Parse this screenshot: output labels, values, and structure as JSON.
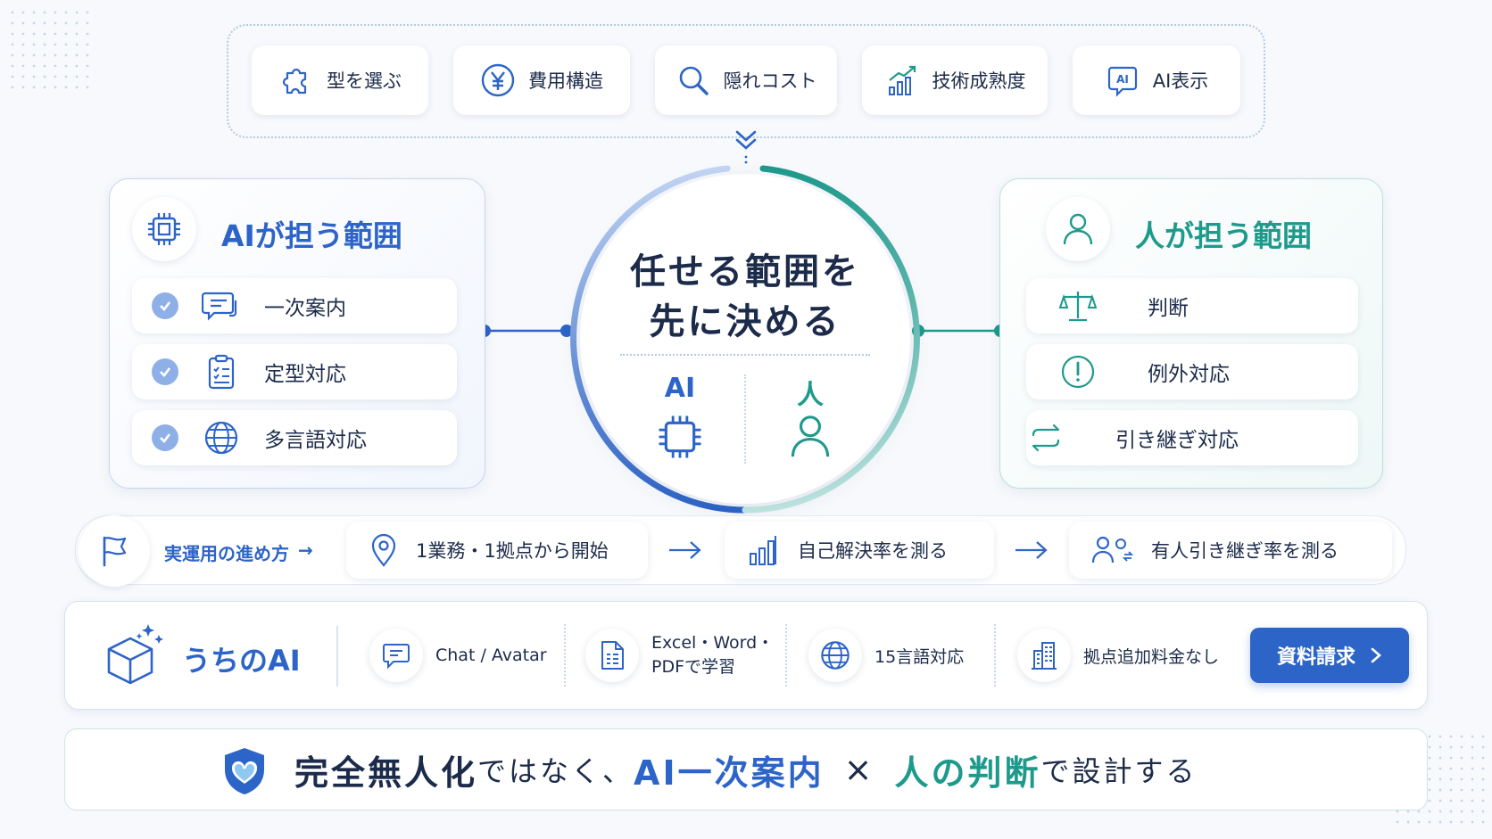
{
  "colors": {
    "navy": "#1c2b4a",
    "blue": "#2d64c8",
    "teal": "#1e9a8c",
    "light_blue": "#8fb0e6"
  },
  "factors": [
    {
      "label": "型を選ぶ",
      "icon": "puzzle-icon"
    },
    {
      "label": "費用構造",
      "icon": "yen-icon"
    },
    {
      "label": "隠れコスト",
      "icon": "magnifier-icon"
    },
    {
      "label": "技術成熟度",
      "icon": "growth-chart-icon"
    },
    {
      "label": "AI表示",
      "icon": "ai-badge-icon",
      "badge": "AI"
    }
  ],
  "center": {
    "title_line1": "任せる範囲を",
    "title_line2": "先に決める",
    "left_label": "AI",
    "right_label": "人"
  },
  "ai_panel": {
    "title": "AIが担う範囲",
    "items": [
      {
        "label": "一次案内",
        "icon": "chat-bubble-icon"
      },
      {
        "label": "定型対応",
        "icon": "clipboard-icon"
      },
      {
        "label": "多言語対応",
        "icon": "globe-icon"
      }
    ]
  },
  "human_panel": {
    "title": "人が担う範囲",
    "items": [
      {
        "label": "判断",
        "icon": "scale-icon"
      },
      {
        "label": "例外対応",
        "icon": "exclamation-icon"
      },
      {
        "label": "引き継ぎ対応",
        "icon": "swap-arrows-icon"
      }
    ]
  },
  "process": {
    "label": "実運用の進め方",
    "arrow": "→",
    "steps": [
      {
        "label": "1業務・1拠点から開始",
        "icon": "location-pin-icon"
      },
      {
        "label": "自己解決率を測る",
        "icon": "bar-chart-icon"
      },
      {
        "label": "有人引き継ぎ率を測る",
        "icon": "people-handoff-icon"
      }
    ]
  },
  "product": {
    "name": "うちのAI",
    "features": [
      {
        "label": "Chat / Avatar",
        "icon": "chat-icon"
      },
      {
        "label_line1": "Excel・Word・",
        "label_line2": "PDFで学習",
        "icon": "document-icon"
      },
      {
        "label": "15言語対応",
        "icon": "globe-icon"
      },
      {
        "label": "拠点追加料金なし",
        "icon": "building-icon"
      }
    ],
    "cta_label": "資料請求"
  },
  "slogan": {
    "part1": "完全無人化",
    "part2": "ではなく、",
    "part3": "AI一次案内",
    "part4": "×",
    "part5": "人の判断",
    "part6": "で設計する"
  }
}
